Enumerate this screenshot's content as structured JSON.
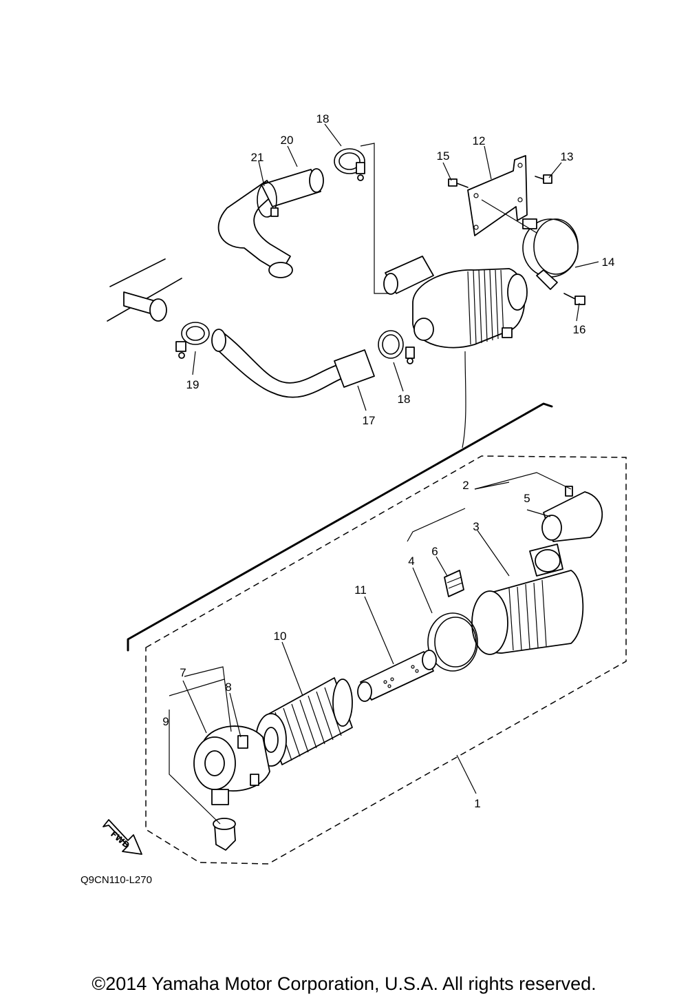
{
  "diagram": {
    "callouts": {
      "c1": "1",
      "c2": "2",
      "c3": "3",
      "c4": "4",
      "c5": "5",
      "c6": "6",
      "c7": "7",
      "c8": "8",
      "c9": "9",
      "c10": "10",
      "c11": "11",
      "c12": "12",
      "c13": "13",
      "c14": "14",
      "c15": "15",
      "c16": "16",
      "c17": "17",
      "c18a": "18",
      "c18b": "18",
      "c19": "19",
      "c20": "20",
      "c21": "21"
    },
    "fwd_label": "FWD",
    "drawing_code": "Q9CN110-L270"
  },
  "footer": {
    "copyright": "©2014 Yamaha Motor Corporation, U.S.A. All rights reserved."
  }
}
